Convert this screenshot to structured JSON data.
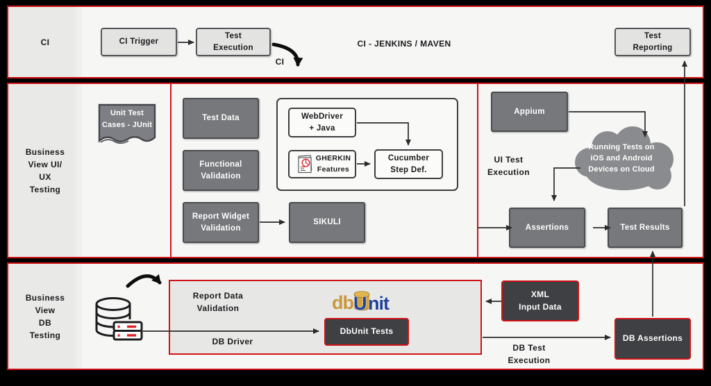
{
  "colors": {
    "accent_red": "#d01216",
    "band_bg": "#f6f6f4",
    "sidebar_gray": "#e9e9e7",
    "box_gray": "#77787c",
    "box_light": "#e3e3e1",
    "box_dark": "#3f4043",
    "cloud_gray": "#8a8b8e",
    "logo_gold": "#c9973c",
    "logo_blue": "#21409a",
    "arrow_black": "#2b2b2b"
  },
  "ci": {
    "sidebar_label": "CI",
    "trigger": "CI Trigger",
    "execution": "Test\nExecution",
    "title": "CI - JENKINS / MAVEN",
    "reporting": "Test\nReporting",
    "arrow_label": "CI"
  },
  "ui": {
    "sidebar_label": "Business\nView UI/\nUX\nTesting",
    "junit_doc": "Unit Test\nCases - JUnit",
    "test_data": "Test Data",
    "functional_validation": "Functional\nValidation",
    "report_widget_validation": "Report Widget\nValidation",
    "webdriver_java": "WebDriver\n+ Java",
    "gherkin_features": "GHERKIN\nFeatures",
    "cucumber_step_def": "Cucumber\nStep Def.",
    "sikuli": "SIKULI",
    "appium": "Appium",
    "ui_test_execution": "UI Test\nExecution",
    "cloud_text": "Running Tests on\niOS and Android\nDevices on Cloud",
    "assertions": "Assertions",
    "test_results": "Test Results"
  },
  "db": {
    "sidebar_label": "Business\nView\nDB\nTesting",
    "report_data_validation": "Report Data\nValidation",
    "db_driver": "DB Driver",
    "logo_db": "db",
    "logo_u": "U",
    "logo_nit": "nit",
    "dbunit_tests": "DbUnit Tests",
    "xml_input_data": "XML\nInput Data",
    "db_test_execution": "DB Test\nExecution",
    "db_assertions": "DB Assertions"
  }
}
